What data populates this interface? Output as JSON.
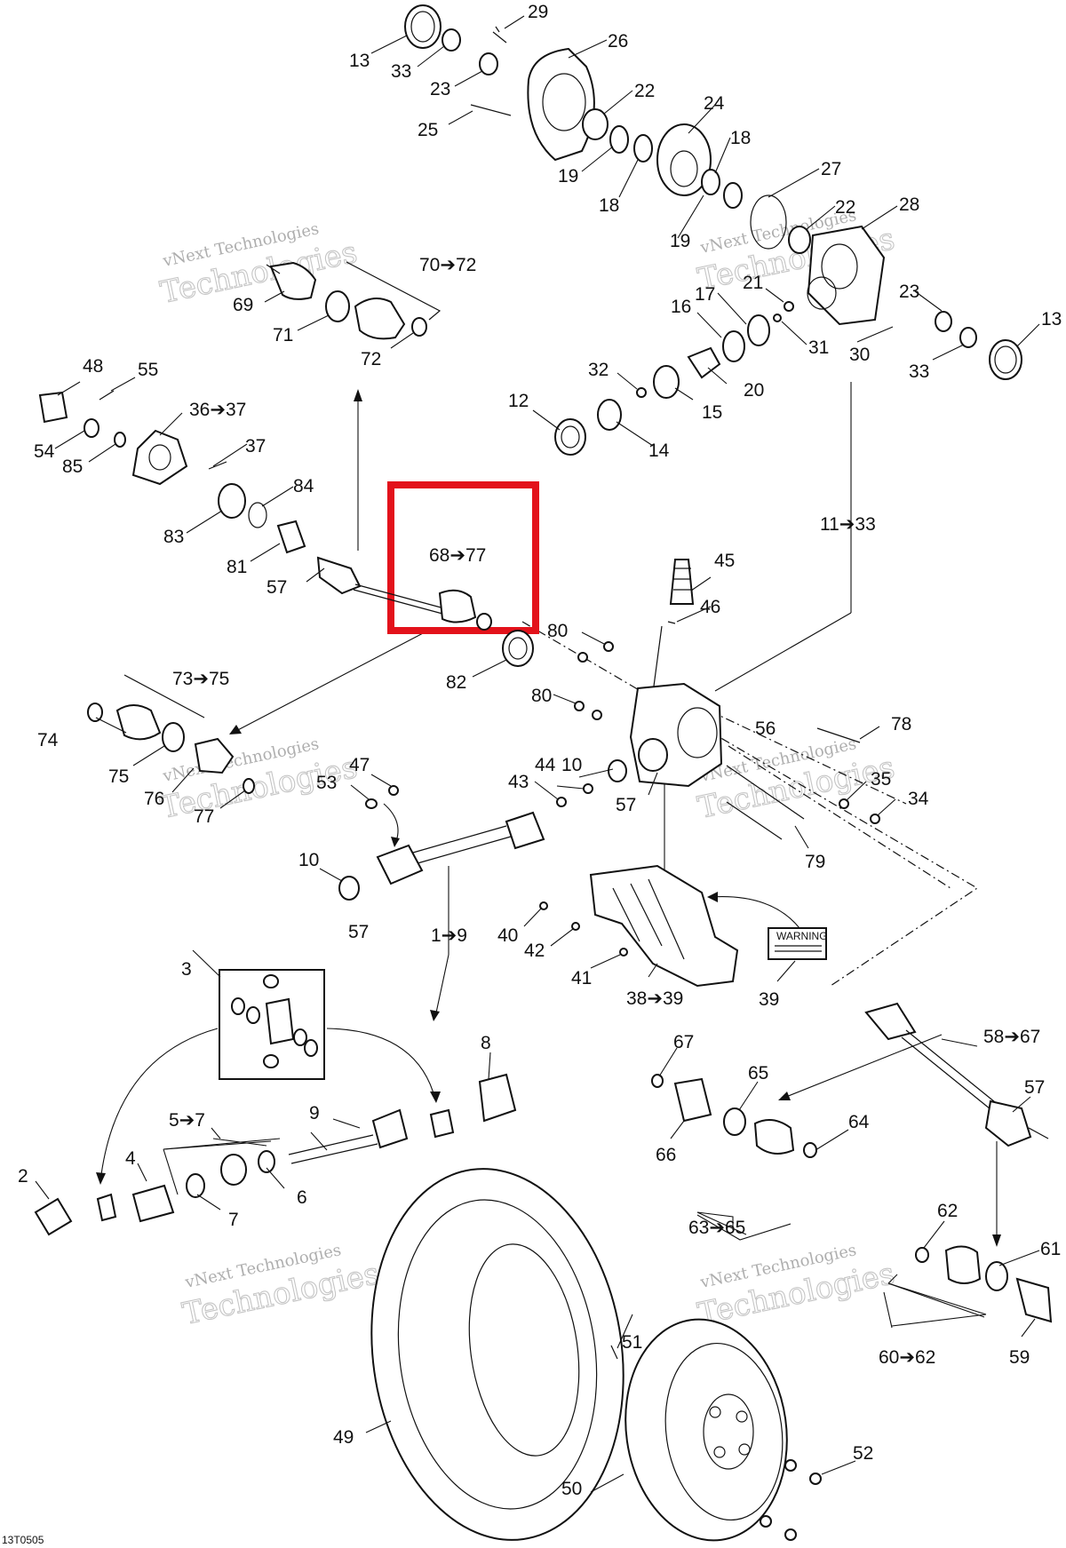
{
  "diagram_code": "13T0505",
  "watermark": {
    "line1": "vNext Technologies",
    "line2": "Technologies"
  },
  "callouts": [
    "13",
    "33",
    "23",
    "25",
    "29",
    "26",
    "22",
    "24",
    "18",
    "19",
    "18",
    "27",
    "19",
    "22",
    "28",
    "70➔72",
    "69",
    "71",
    "72",
    "21",
    "17",
    "16",
    "31",
    "30",
    "23",
    "33",
    "13",
    "48",
    "55",
    "36➔37",
    "54",
    "85",
    "37",
    "84",
    "83",
    "81",
    "57",
    "32",
    "12",
    "15",
    "14",
    "20",
    "11➔33",
    "68➔77",
    "45",
    "46",
    "80",
    "82",
    "80",
    "73➔75",
    "74",
    "75",
    "76",
    "77",
    "47",
    "53",
    "10",
    "44",
    "43",
    "57",
    "56",
    "78",
    "35",
    "34",
    "79",
    "10",
    "57",
    "1➔9",
    "40",
    "42",
    "41",
    "38➔39",
    "39",
    "3",
    "8",
    "58➔67",
    "67",
    "65",
    "57",
    "5➔7",
    "9",
    "4",
    "6",
    "2",
    "7",
    "66",
    "64",
    "63➔65",
    "62",
    "61",
    "60➔62",
    "59",
    "51",
    "49",
    "50",
    "52"
  ],
  "highlight": {
    "label": "68➔77",
    "color": "#e3121b"
  },
  "warning_label": {
    "title": "WARNING"
  }
}
